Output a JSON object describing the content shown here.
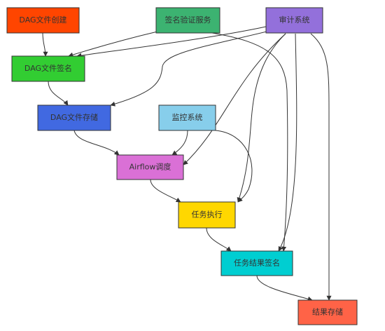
{
  "nodes": [
    {
      "id": "dag_create",
      "label": "DAG文件创建",
      "color": "#ff4500",
      "text_color": "#333333"
    },
    {
      "id": "sig_verify",
      "label": "签名验证服务",
      "color": "#3cb371",
      "text_color": "#333333"
    },
    {
      "id": "audit",
      "label": "审计系统",
      "color": "#9370db",
      "text_color": "#333333"
    },
    {
      "id": "dag_sign",
      "label": "DAG文件签名",
      "color": "#32cd32",
      "text_color": "#333333"
    },
    {
      "id": "dag_store",
      "label": "DAG文件存储",
      "color": "#4169e1",
      "text_color": "#333333"
    },
    {
      "id": "monitor",
      "label": "监控系统",
      "color": "#87ceeb",
      "text_color": "#333333"
    },
    {
      "id": "airflow",
      "label": "Airflow调度",
      "color": "#da70d6",
      "text_color": "#333333"
    },
    {
      "id": "task_exec",
      "label": "任务执行",
      "color": "#ffd700",
      "text_color": "#333333"
    },
    {
      "id": "task_sign",
      "label": "任务结果签名",
      "color": "#00ced1",
      "text_color": "#333333"
    },
    {
      "id": "result_store",
      "label": "结果存储",
      "color": "#ff6347",
      "text_color": "#333333"
    }
  ],
  "edges": [
    {
      "from": "dag_create",
      "to": "dag_sign"
    },
    {
      "from": "sig_verify",
      "to": "dag_sign"
    },
    {
      "from": "audit",
      "to": "dag_sign"
    },
    {
      "from": "dag_sign",
      "to": "dag_store"
    },
    {
      "from": "audit",
      "to": "dag_store"
    },
    {
      "from": "dag_store",
      "to": "airflow"
    },
    {
      "from": "monitor",
      "to": "airflow"
    },
    {
      "from": "audit",
      "to": "airflow"
    },
    {
      "from": "airflow",
      "to": "task_exec"
    },
    {
      "from": "monitor",
      "to": "task_exec"
    },
    {
      "from": "audit",
      "to": "task_exec"
    },
    {
      "from": "task_exec",
      "to": "task_sign"
    },
    {
      "from": "sig_verify",
      "to": "task_sign"
    },
    {
      "from": "audit",
      "to": "task_sign"
    },
    {
      "from": "task_sign",
      "to": "result_store"
    },
    {
      "from": "audit",
      "to": "result_store"
    }
  ],
  "colors": {
    "edge": "#333333",
    "background": "#ffffff"
  }
}
